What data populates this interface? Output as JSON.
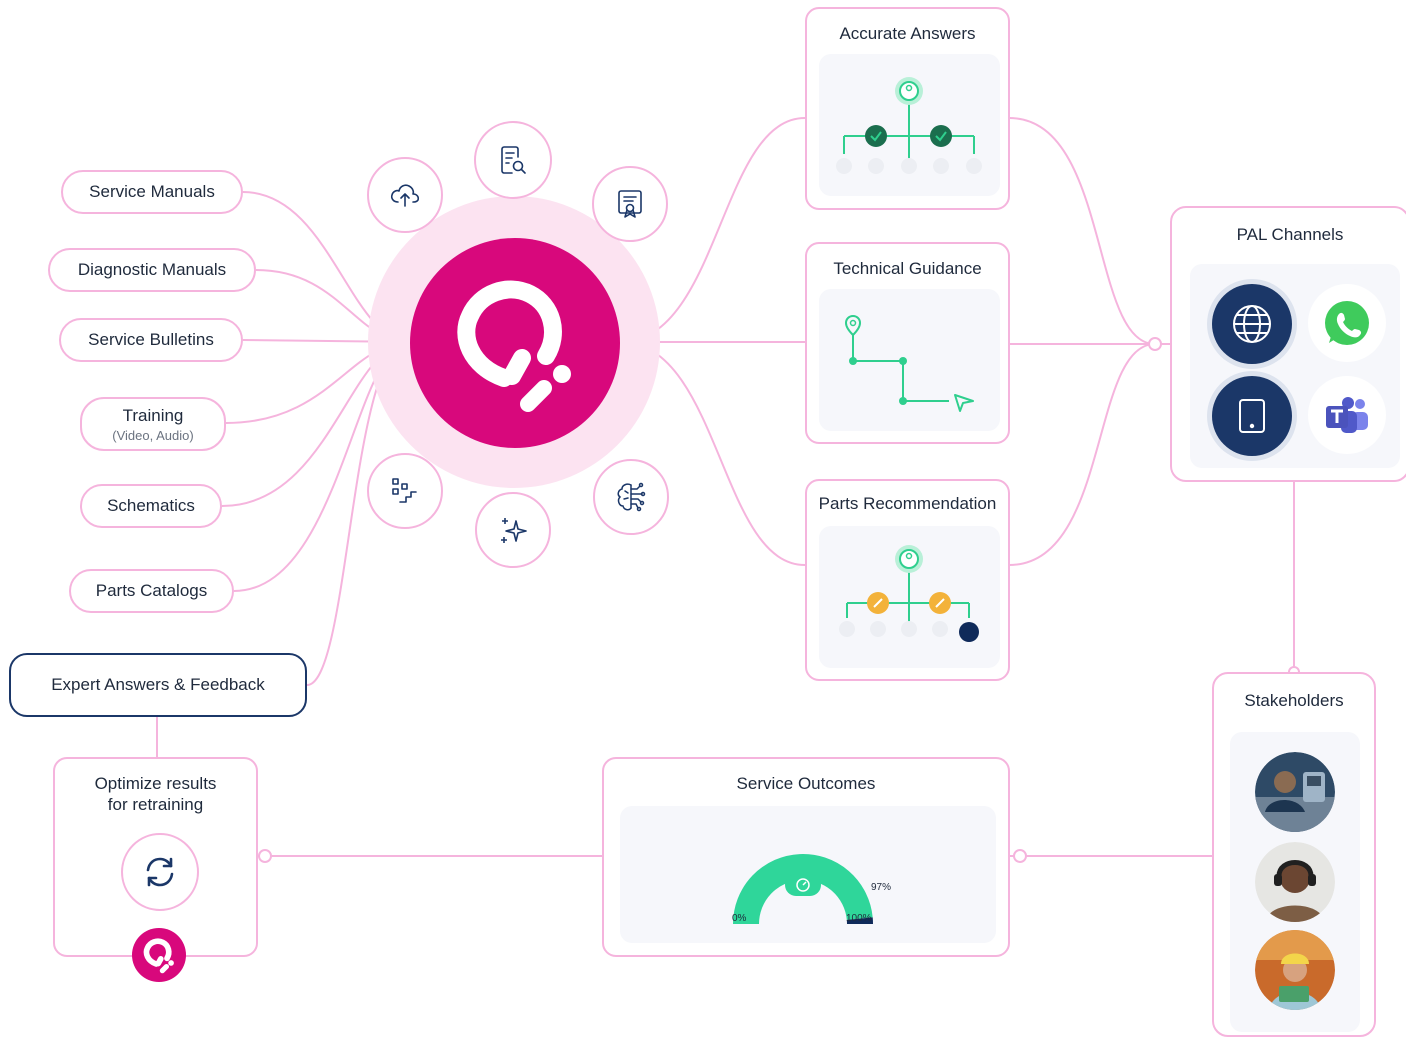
{
  "sources": [
    {
      "label": "Service Manuals",
      "sub": ""
    },
    {
      "label": "Diagnostic Manuals",
      "sub": ""
    },
    {
      "label": "Service Bulletins",
      "sub": ""
    },
    {
      "label": "Training",
      "sub": "(Video, Audio)"
    },
    {
      "label": "Schematics",
      "sub": ""
    },
    {
      "label": "Parts Catalogs",
      "sub": ""
    }
  ],
  "expert": {
    "label": "Expert Answers & Feedback"
  },
  "optimize": {
    "title_line1": "Optimize results",
    "title_line2": "for retraining"
  },
  "outputs": {
    "accurate": "Accurate Answers",
    "technical": "Technical Guidance",
    "parts": "Parts Recommendation"
  },
  "channels": {
    "title": "PAL Channels",
    "items": [
      "web-globe-icon",
      "whatsapp-icon",
      "tablet-icon",
      "teams-icon"
    ]
  },
  "stakeholders": {
    "title": "Stakeholders",
    "count": 3
  },
  "outcomes": {
    "title": "Service Outcomes",
    "gauge_value": 97,
    "gauge_value_label": "97%",
    "min_label": "0%",
    "max_label": "100%"
  },
  "hub_icons": [
    "cloud-upload-icon",
    "document-search-icon",
    "certificate-icon",
    "stairs-icon",
    "sparkle-icon",
    "brain-icon"
  ],
  "colors": {
    "accent": "#d8087c",
    "line": "#f5b4dd",
    "navy": "#1b3768",
    "green": "#2fcf8e",
    "gold": "#f3b23a"
  }
}
